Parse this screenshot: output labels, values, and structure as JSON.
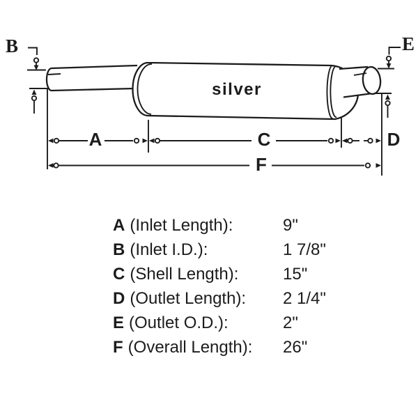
{
  "diagram": {
    "part_color_label": "silver",
    "dimension_labels": {
      "a": "A",
      "b": "B",
      "c": "C",
      "d": "D",
      "e": "E",
      "f": "F"
    }
  },
  "specs": [
    {
      "letter": "A",
      "name": "(Inlet Length):",
      "value": "9\""
    },
    {
      "letter": "B",
      "name": "(Inlet I.D.):",
      "value": "1 7/8\""
    },
    {
      "letter": "C",
      "name": "(Shell Length):",
      "value": "15\""
    },
    {
      "letter": "D",
      "name": "(Outlet Length):",
      "value": "2 1/4\""
    },
    {
      "letter": "E",
      "name": "(Outlet O.D.):",
      "value": "2\""
    },
    {
      "letter": "F",
      "name": "(Overall Length):",
      "value": "26\""
    }
  ],
  "colors": {
    "ink": "#1c1c1c",
    "background": "#ffffff"
  }
}
